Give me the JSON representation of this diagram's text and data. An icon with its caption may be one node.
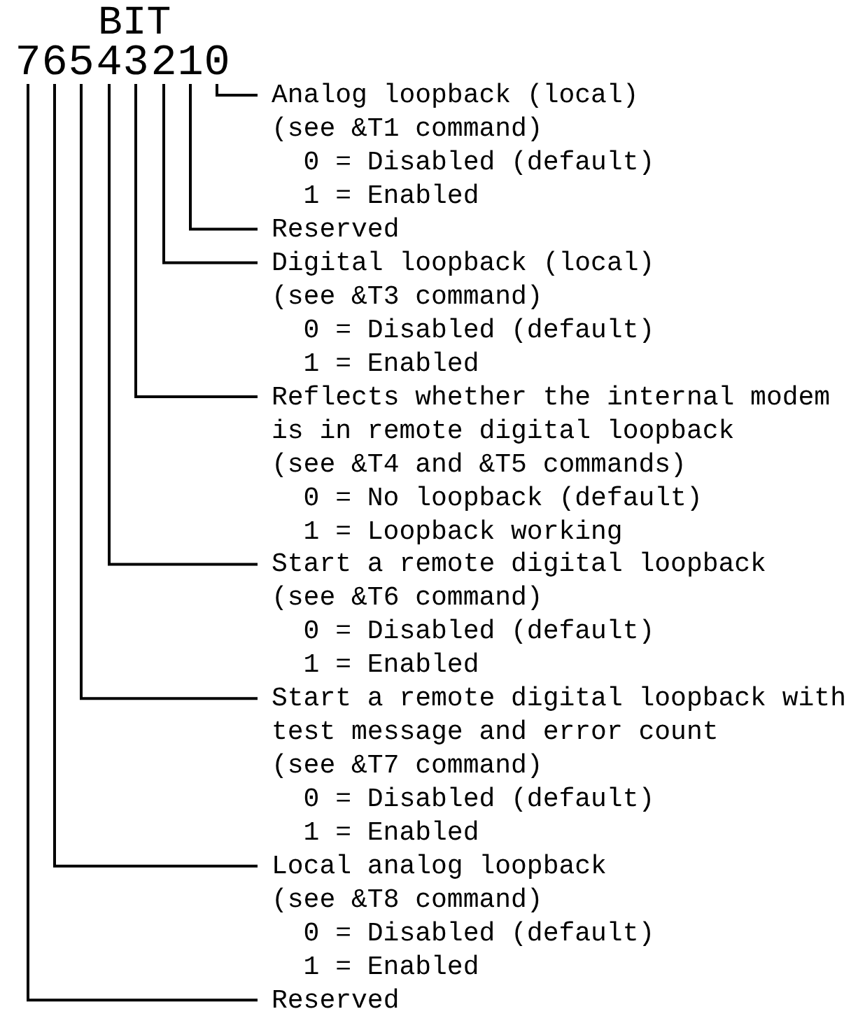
{
  "diagram": {
    "nodes": [
      {
        "text": [
          "7"
        ]
      },
      {
        "text": [
          "6"
        ]
      },
      {
        "text": [
          "5"
        ]
      },
      {
        "text": [
          "4"
        ]
      },
      {
        "text": [
          "3"
        ]
      },
      {
        "text": [
          "2"
        ]
      },
      {
        "text": [
          "1"
        ]
      },
      {
        "text": [
          "0"
        ]
      },
      {
        "text": [
          "Analog loopback (local)",
          "(see &T1 command)",
          "0 = Disabled (default)",
          "1 = Enabled"
        ]
      },
      {
        "text": [
          "Reserved"
        ]
      },
      {
        "text": [
          "Digital loopback (local)",
          "(see &T3 command)",
          "0 = Disabled (default)",
          "1 = Enabled"
        ]
      },
      {
        "text": [
          "Reflects whether the internal modem is in remote digital loopback",
          "(see &T4 and &T5 commands)",
          "0 = No loopback (default)",
          "1 = Loopback working"
        ]
      },
      {
        "text": [
          "Start a remote digital loopback",
          "(see &T6 command)",
          "0 = Disabled (default)",
          "1 = Enabled"
        ]
      },
      {
        "text": [
          "Start a remote digital loopback with test message and error count",
          "(see &T7 command)",
          "0 = Disabled (default)",
          "1 = Enabled"
        ]
      },
      {
        "text": [
          "Local analog loopback",
          "(see &T8 command)",
          "0 = Disabled (default)",
          "1 = Enabled"
        ]
      },
      {
        "text": [
          "Reserved"
        ]
      }
    ],
    "edges": [
      {
        "from": 7,
        "to": 8,
        "arrow": "none"
      },
      {
        "from": 6,
        "to": 9,
        "arrow": "none"
      },
      {
        "from": 5,
        "to": 10,
        "arrow": "none"
      },
      {
        "from": 4,
        "to": 11,
        "arrow": "none"
      },
      {
        "from": 3,
        "to": 12,
        "arrow": "none"
      },
      {
        "from": 2,
        "to": 13,
        "arrow": "none"
      },
      {
        "from": 1,
        "to": 14,
        "arrow": "none"
      },
      {
        "from": 0,
        "to": 15,
        "arrow": "none"
      }
    ],
    "labels": [
      "BIT"
    ]
  }
}
